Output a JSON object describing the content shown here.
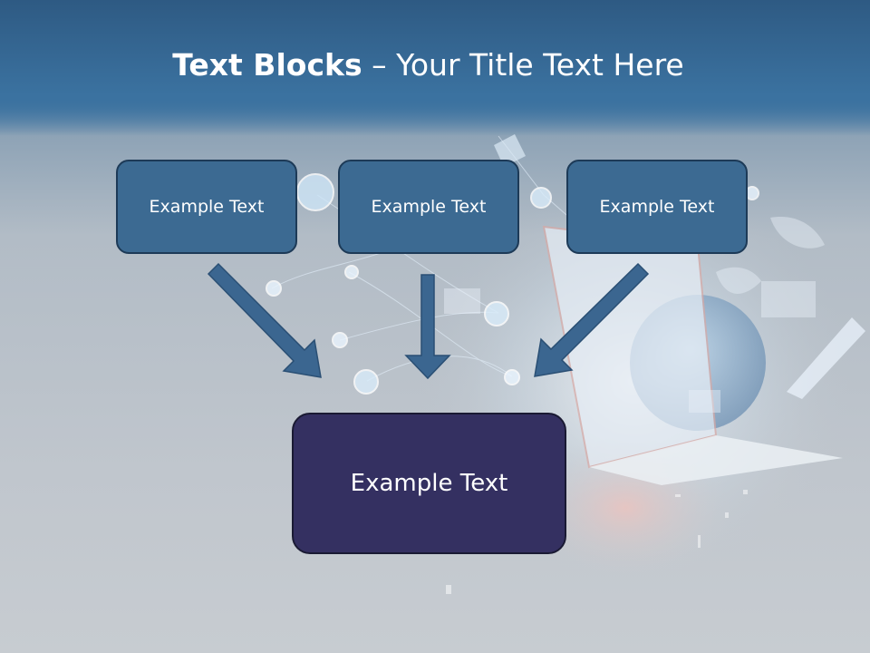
{
  "title": {
    "bold": "Text Blocks",
    "dash": " – ",
    "rest": "Your Title Text Here"
  },
  "blocks": {
    "left": "Example Text",
    "center": "Example Text",
    "right": "Example Text"
  },
  "main_block": "Example Text",
  "colors": {
    "box_fill": "#3c6a92",
    "main_box_fill": "#343061",
    "arrow": "#3b6690",
    "header": "#3b72a0"
  }
}
